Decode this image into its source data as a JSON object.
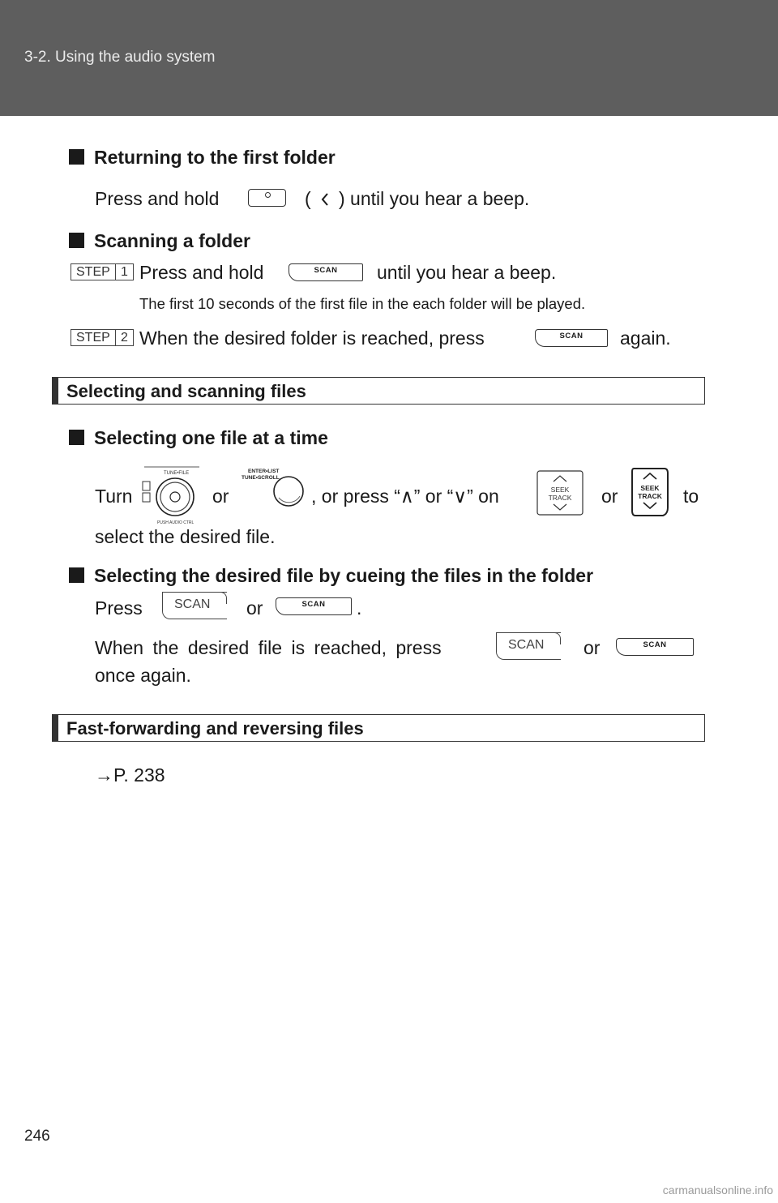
{
  "header": {
    "section_title": "3-2. Using the audio system"
  },
  "returning": {
    "heading": "Returning to the first folder",
    "text_before": "Press and hold",
    "paren_open": "(",
    "paren_close": ") until you hear a beep."
  },
  "scanning_folder": {
    "heading": "Scanning a folder",
    "step1_label": "STEP",
    "step1_num": "1",
    "step1_before": "Press and hold",
    "step1_after": "until you hear a beep.",
    "note": "The first 10 seconds of the first file in the each folder will be played.",
    "step2_label": "STEP",
    "step2_num": "2",
    "step2_before": "When the desired folder is reached, press",
    "step2_after": "again."
  },
  "section1": {
    "title": "Selecting and scanning files"
  },
  "one_file": {
    "heading": "Selecting one file at a time",
    "turn": "Turn",
    "or1": "or",
    "or_press": ", or press “∧” or “∨” on",
    "or2": "or",
    "to": "to",
    "line2": "select the desired file."
  },
  "cueing": {
    "heading": "Selecting the desired file by cueing the files in the folder",
    "press": "Press",
    "or": "or",
    "period": ".",
    "when_line": "When the desired file is reached, press",
    "or2": "or",
    "once_again": "once again."
  },
  "section2": {
    "title": "Fast-forwarding and reversing files"
  },
  "ref": {
    "text": "→P. 238"
  },
  "buttons": {
    "scan_label": "SCAN",
    "tune_file": "TUNE•FILE",
    "push_audio": "PUSH AUDIO CTRL",
    "enter_list": "ENTER•LIST",
    "tune_scroll": "TUNE•SCROLL",
    "seek": "SEEK",
    "track": "TRACK"
  },
  "page_number": "246",
  "watermark": "carmanualsonline.info"
}
